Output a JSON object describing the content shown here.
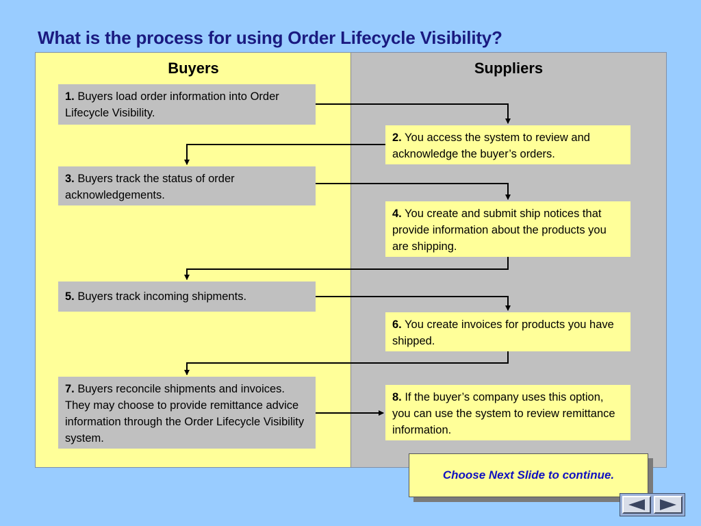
{
  "title": "What is the process for using Order Lifecycle Visibility?",
  "columns": {
    "buyers": "Buyers",
    "suppliers": "Suppliers"
  },
  "steps": [
    {
      "num": "1.",
      "text": " Buyers load order information into Order Lifecycle Visibility."
    },
    {
      "num": "2.",
      "text": " You access the system to review and acknowledge the buyer’s orders."
    },
    {
      "num": "3.",
      "text": " Buyers track the status of order acknowledgements."
    },
    {
      "num": "4.",
      "text": " You create and submit ship notices that provide information about the products you are shipping."
    },
    {
      "num": "5.",
      "text": " Buyers track incoming shipments."
    },
    {
      "num": "6.",
      "text": " You create invoices for products you have shipped."
    },
    {
      "num": "7.",
      "text": " Buyers reconcile shipments and invoices.  They may choose to provide remittance advice information through the Order Lifecycle Visibility system."
    },
    {
      "num": "8.",
      "text": " If the buyer’s company uses this option, you can use the system to review remittance information."
    }
  ],
  "note": "Choose Next Slide to continue.",
  "nav": {
    "prev_icon": "triangle-left-icon",
    "next_icon": "triangle-right-icon"
  },
  "colors": {
    "background": "#99ccff",
    "buyers_column": "#ffff99",
    "suppliers_column": "#c0c0c0",
    "title": "#1a1a80",
    "note_text": "#1010c0"
  }
}
